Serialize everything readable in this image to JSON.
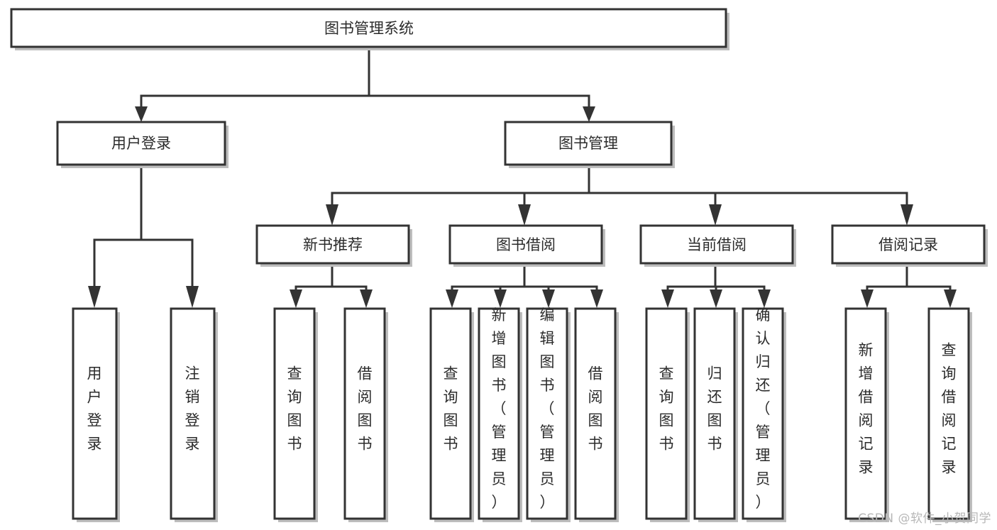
{
  "diagram": {
    "type": "tree",
    "title": "图书管理系统",
    "watermark": "CSDN @软件_小贺同学",
    "colors": {
      "border": "#333333",
      "background": "#ffffff",
      "text": "#2b2b2b",
      "shadow": "#bdbdbd",
      "watermark": "#b7b7b7"
    },
    "nodes": {
      "root": {
        "label": "图书管理系统",
        "level": 0
      },
      "l1_0": {
        "label": "用户登录",
        "level": 1
      },
      "l1_1": {
        "label": "图书管理",
        "level": 1
      },
      "l2_0": {
        "label": "新书推荐",
        "level": 2
      },
      "l2_1": {
        "label": "图书借阅",
        "level": 2
      },
      "l2_2": {
        "label": "当前借阅",
        "level": 2
      },
      "l2_3": {
        "label": "借阅记录",
        "level": 2
      },
      "leaf_0": {
        "label": "用户登录",
        "level": 3,
        "orientation": "vertical"
      },
      "leaf_1": {
        "label": "注销登录",
        "level": 3,
        "orientation": "vertical"
      },
      "leaf_2": {
        "label": "查询图书",
        "level": 3,
        "orientation": "vertical"
      },
      "leaf_3": {
        "label": "借阅图书",
        "level": 3,
        "orientation": "vertical"
      },
      "leaf_4": {
        "label": "查询图书",
        "level": 3,
        "orientation": "vertical"
      },
      "leaf_5": {
        "label": "新增图书（管理员）",
        "level": 3,
        "orientation": "vertical"
      },
      "leaf_6": {
        "label": "编辑图书（管理员）",
        "level": 3,
        "orientation": "vertical"
      },
      "leaf_7": {
        "label": "借阅图书",
        "level": 3,
        "orientation": "vertical"
      },
      "leaf_8": {
        "label": "查询图书",
        "level": 3,
        "orientation": "vertical"
      },
      "leaf_9": {
        "label": "归还图书",
        "level": 3,
        "orientation": "vertical"
      },
      "leaf_10": {
        "label": "确认归还（管理员）",
        "level": 3,
        "orientation": "vertical"
      },
      "leaf_11": {
        "label": "新增借阅记录",
        "level": 3,
        "orientation": "vertical"
      },
      "leaf_12": {
        "label": "查询借阅记录",
        "level": 3,
        "orientation": "vertical"
      }
    },
    "edges": [
      {
        "from": "root",
        "to": "l1_0"
      },
      {
        "from": "root",
        "to": "l1_1"
      },
      {
        "from": "l1_0",
        "to": "leaf_0"
      },
      {
        "from": "l1_0",
        "to": "leaf_1"
      },
      {
        "from": "l1_1",
        "to": "l2_0"
      },
      {
        "from": "l1_1",
        "to": "l2_1"
      },
      {
        "from": "l1_1",
        "to": "l2_2"
      },
      {
        "from": "l1_1",
        "to": "l2_3"
      },
      {
        "from": "l2_0",
        "to": "leaf_2"
      },
      {
        "from": "l2_0",
        "to": "leaf_3"
      },
      {
        "from": "l2_1",
        "to": "leaf_4"
      },
      {
        "from": "l2_1",
        "to": "leaf_5"
      },
      {
        "from": "l2_1",
        "to": "leaf_6"
      },
      {
        "from": "l2_1",
        "to": "leaf_7"
      },
      {
        "from": "l2_2",
        "to": "leaf_8"
      },
      {
        "from": "l2_2",
        "to": "leaf_9"
      },
      {
        "from": "l2_2",
        "to": "leaf_10"
      },
      {
        "from": "l2_3",
        "to": "leaf_11"
      },
      {
        "from": "l2_3",
        "to": "leaf_12"
      }
    ]
  }
}
